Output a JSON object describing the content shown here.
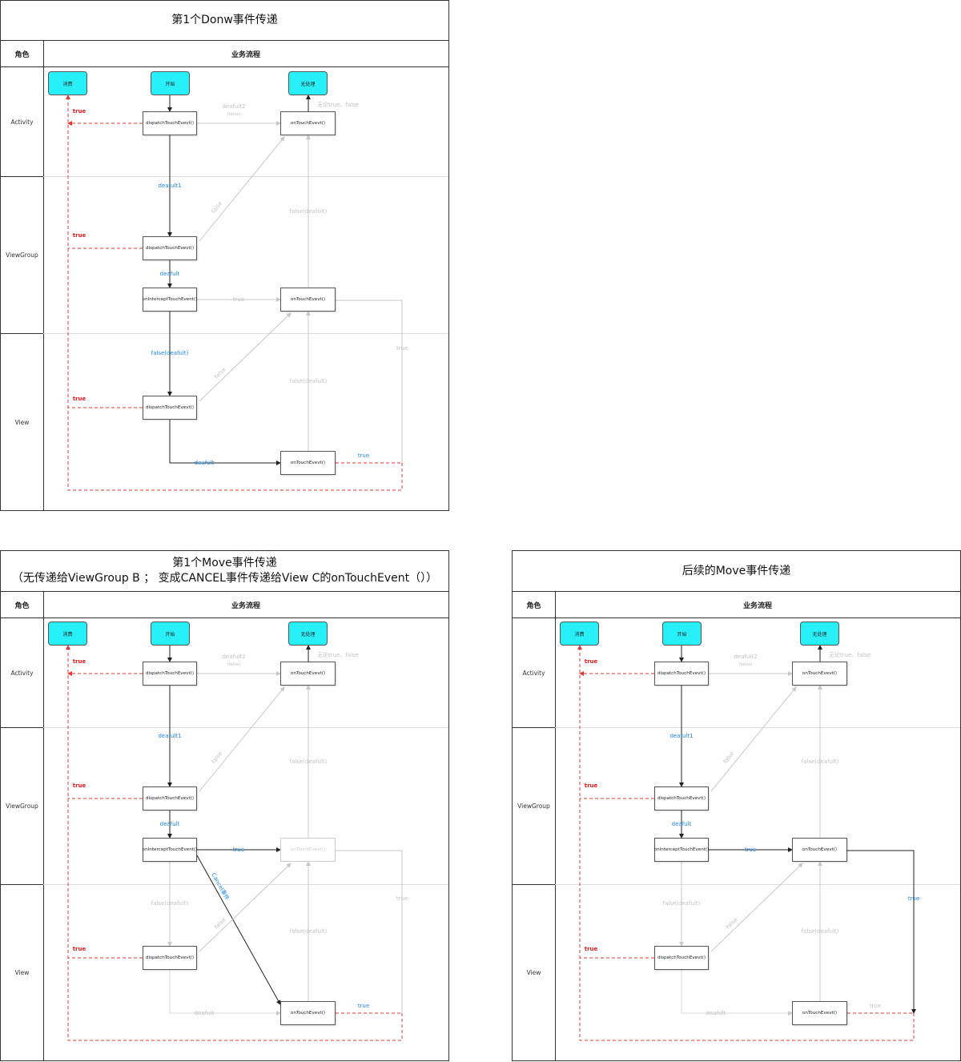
{
  "headers": {
    "role": "角色",
    "flow": "业务流程"
  },
  "lanes": {
    "activity": "Activity",
    "viewgroup": "ViewGroup",
    "view": "View"
  },
  "nodes": {
    "consume": "消费",
    "start": "开始",
    "unhandled": "无处理",
    "dispatch": "dispatchTouchEvevt()",
    "intercept": "onInterceptTouchEvent()",
    "ontouch": "onTouchEvevt()"
  },
  "edge_labels": {
    "true": "true",
    "deafult2": "deafult2",
    "false_paren": "(false)",
    "either": "无论true、false",
    "deafult1": "deafult1",
    "false": "false",
    "false_deafult": "false(deafult)",
    "deafult": "deafult",
    "deafult_short": "deafult",
    "cancel": "Cancel事件"
  },
  "panels": [
    {
      "title1": "第1个Donw事件传递",
      "title2": ""
    },
    {
      "title1": "第1个Move事件传递",
      "title2": "（无传递给ViewGroup B ； 变成CANCEL事件传递给View C的onTouchEvent（））"
    },
    {
      "title1": "后续的Move事件传递",
      "title2": ""
    }
  ]
}
